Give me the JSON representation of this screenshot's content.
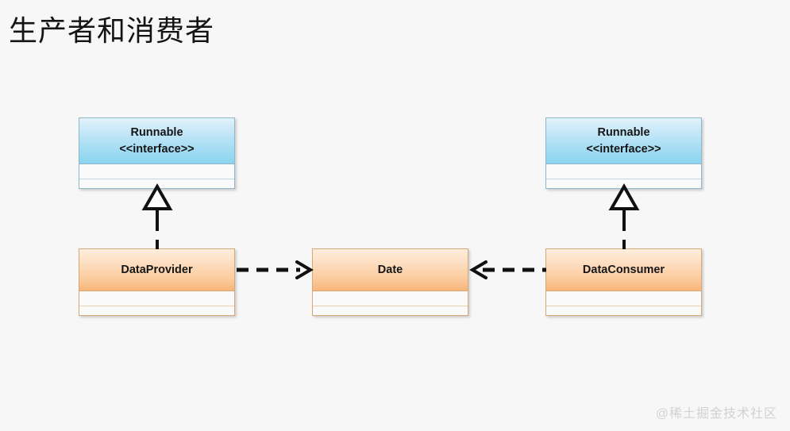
{
  "page": {
    "title": "生产者和消费者",
    "background_color": "#f7f7f7",
    "watermark": "@稀土掘金技术社区"
  },
  "palette": {
    "interface_header_top": "#e2f2fb",
    "interface_header_bottom": "#8ad4f0",
    "interface_border": "#8fb8c9",
    "entity_header_top": "#fdeedd",
    "entity_header_bottom": "#f8b679",
    "entity_border": "#d9a877",
    "compartment_fill": "#fbfafa",
    "connector_color": "#111111",
    "title_color": "#141414",
    "watermark_color": "#d2d2d2"
  },
  "diagram": {
    "type": "uml-class-diagram",
    "classes": [
      {
        "id": "runnable-left",
        "name": "Runnable",
        "stereotype": "<<interface>>",
        "kind": "interface",
        "compartments": [
          "",
          ""
        ]
      },
      {
        "id": "runnable-right",
        "name": "Runnable",
        "stereotype": "<<interface>>",
        "kind": "interface",
        "compartments": [
          "",
          ""
        ]
      },
      {
        "id": "data-provider",
        "name": "DataProvider",
        "stereotype": "",
        "kind": "class",
        "compartments": [
          "",
          ""
        ]
      },
      {
        "id": "date",
        "name": "Date",
        "stereotype": "",
        "kind": "class",
        "compartments": [
          "",
          ""
        ]
      },
      {
        "id": "data-consumer",
        "name": "DataConsumer",
        "stereotype": "",
        "kind": "class",
        "compartments": [
          "",
          ""
        ]
      }
    ],
    "relations": [
      {
        "id": "rel-provider-realizes-runnable",
        "type": "realization",
        "from": "data-provider",
        "to": "runnable-left",
        "line": "dashed",
        "arrowhead": "hollow-triangle",
        "label": ""
      },
      {
        "id": "rel-consumer-realizes-runnable",
        "type": "realization",
        "from": "data-consumer",
        "to": "runnable-right",
        "line": "dashed",
        "arrowhead": "hollow-triangle",
        "label": ""
      },
      {
        "id": "rel-provider-depends-date",
        "type": "dependency",
        "from": "data-provider",
        "to": "date",
        "line": "dashed",
        "arrowhead": "open-arrow",
        "label": ""
      },
      {
        "id": "rel-consumer-depends-date",
        "type": "dependency",
        "from": "data-consumer",
        "to": "date",
        "line": "dashed",
        "arrowhead": "open-arrow",
        "label": ""
      }
    ]
  }
}
